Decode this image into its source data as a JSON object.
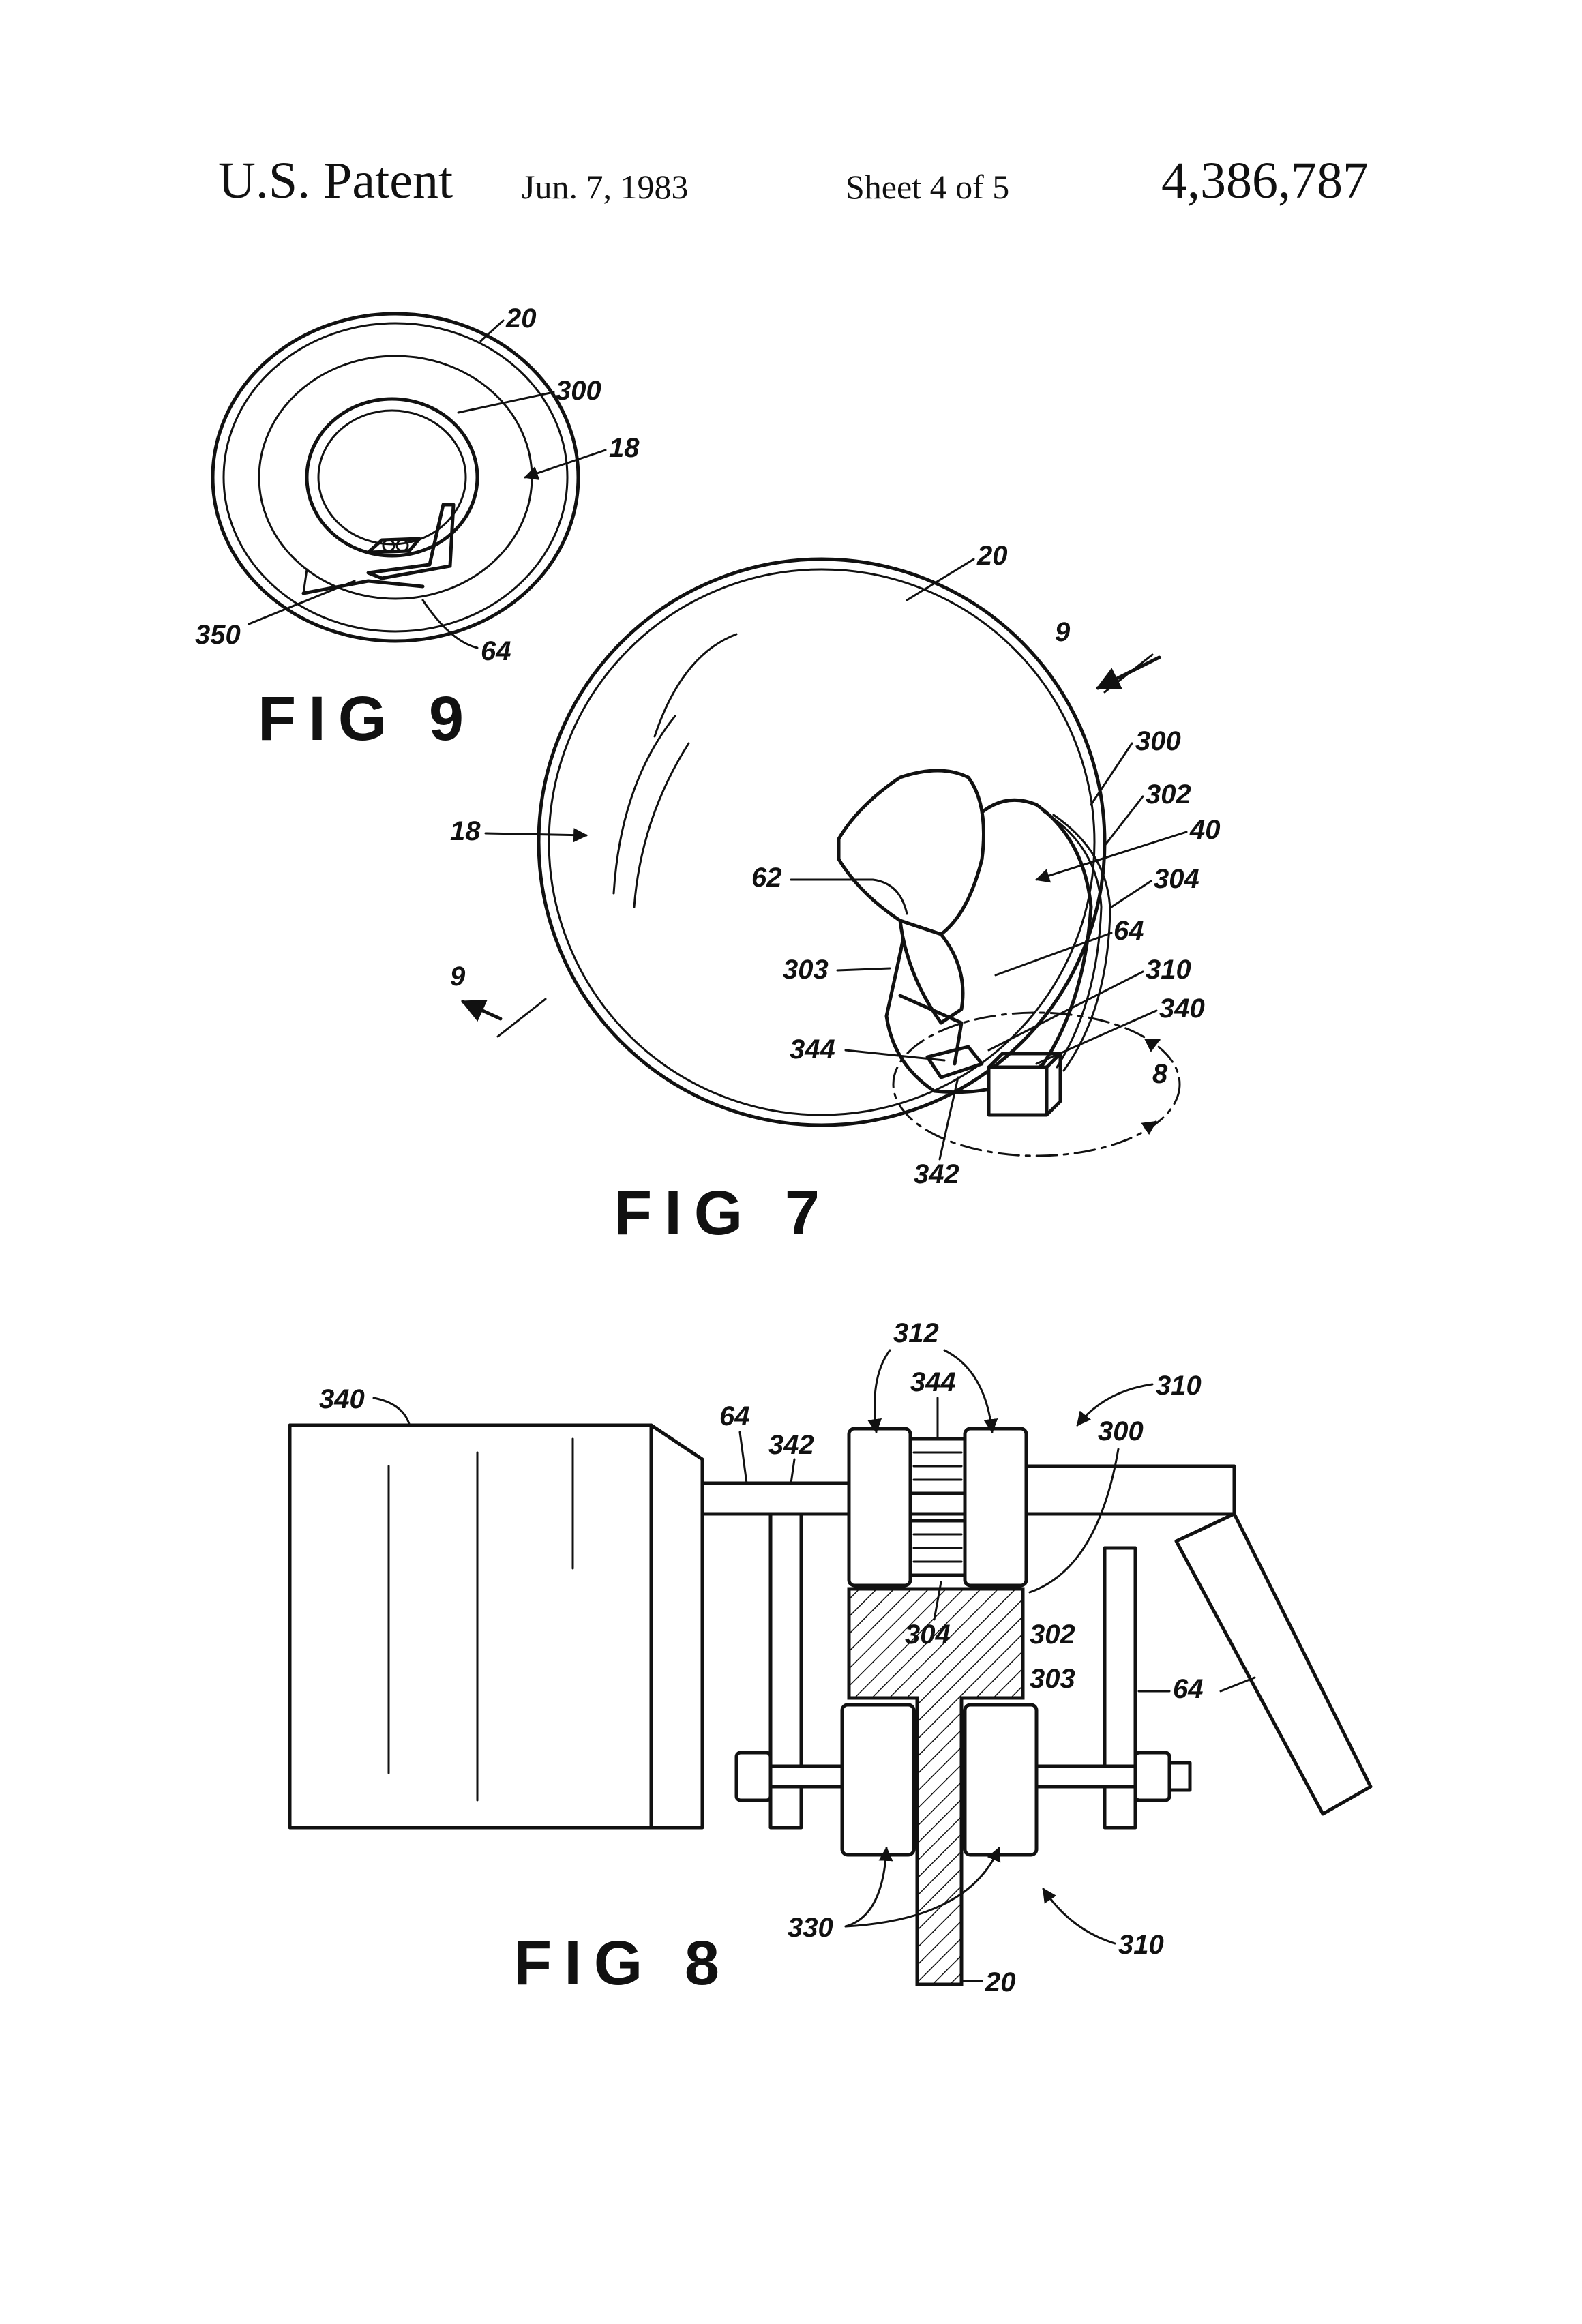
{
  "header": {
    "patent": "U.S. Patent",
    "date": "Jun. 7, 1983",
    "sheet": "Sheet 4 of 5",
    "number": "4,386,787"
  },
  "figures": {
    "fig9": {
      "label": "FIG 9",
      "refs": {
        "r20": "20",
        "r300": "300",
        "r18": "18",
        "r350": "350",
        "r64": "64"
      }
    },
    "fig7": {
      "label": "FIG 7",
      "refs": {
        "r20": "20",
        "r9a": "9",
        "r9b": "9",
        "r300": "300",
        "r302": "302",
        "r40": "40",
        "r304": "304",
        "r18": "18",
        "r62": "62",
        "r64": "64",
        "r310": "310",
        "r303": "303",
        "r340": "340",
        "r344": "344",
        "r8": "8",
        "r342": "342"
      }
    },
    "fig8": {
      "label": "FIG 8",
      "refs": {
        "r312": "312",
        "r310a": "310",
        "r344": "344",
        "r300": "300",
        "r340": "340",
        "r64a": "64",
        "r342": "342",
        "r304": "304",
        "r302": "302",
        "r303": "303",
        "r64b": "64",
        "r330": "330",
        "r310b": "310",
        "r20": "20"
      }
    }
  }
}
